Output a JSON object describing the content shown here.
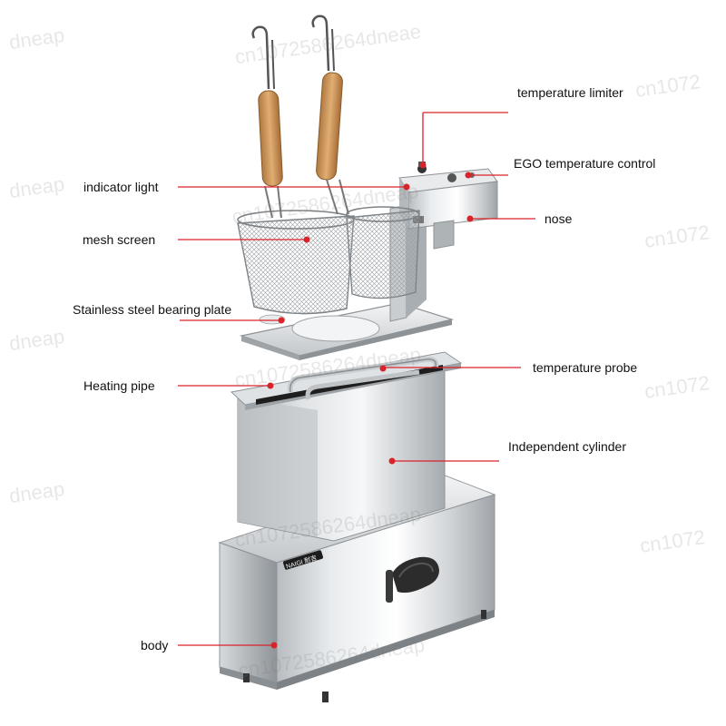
{
  "accent_color": "#d9232a",
  "watermarks": {
    "top_left": "dneap",
    "top_center": "cn1072586264dneae",
    "top_right": "cn1072",
    "mid_center": "cn1072586264dneap",
    "left_mid": "dneap",
    "right_mid": "cn1072",
    "lower_center": "cn1072586264dneap",
    "lower_left": "dneap",
    "center_low": "cn1072586264dneap",
    "right_low": "cn1072",
    "bottom_left": "dneap",
    "bottom_center": "cn1072586264dneap",
    "bottom_right": "cn1072"
  },
  "labels": {
    "temperature_limiter": "temperature limiter",
    "ego_temperature_control": "EGO temperature control",
    "indicator_light": "indicator light",
    "nose": "nose",
    "mesh_screen": "mesh screen",
    "stainless_steel_bearing_plate": "Stainless steel bearing plate",
    "heating_pipe": "Heating pipe",
    "temperature_probe": "temperature probe",
    "independent_cylinder": "Independent cylinder",
    "body": "body"
  },
  "body_badge": "NAIGI 耐吉"
}
